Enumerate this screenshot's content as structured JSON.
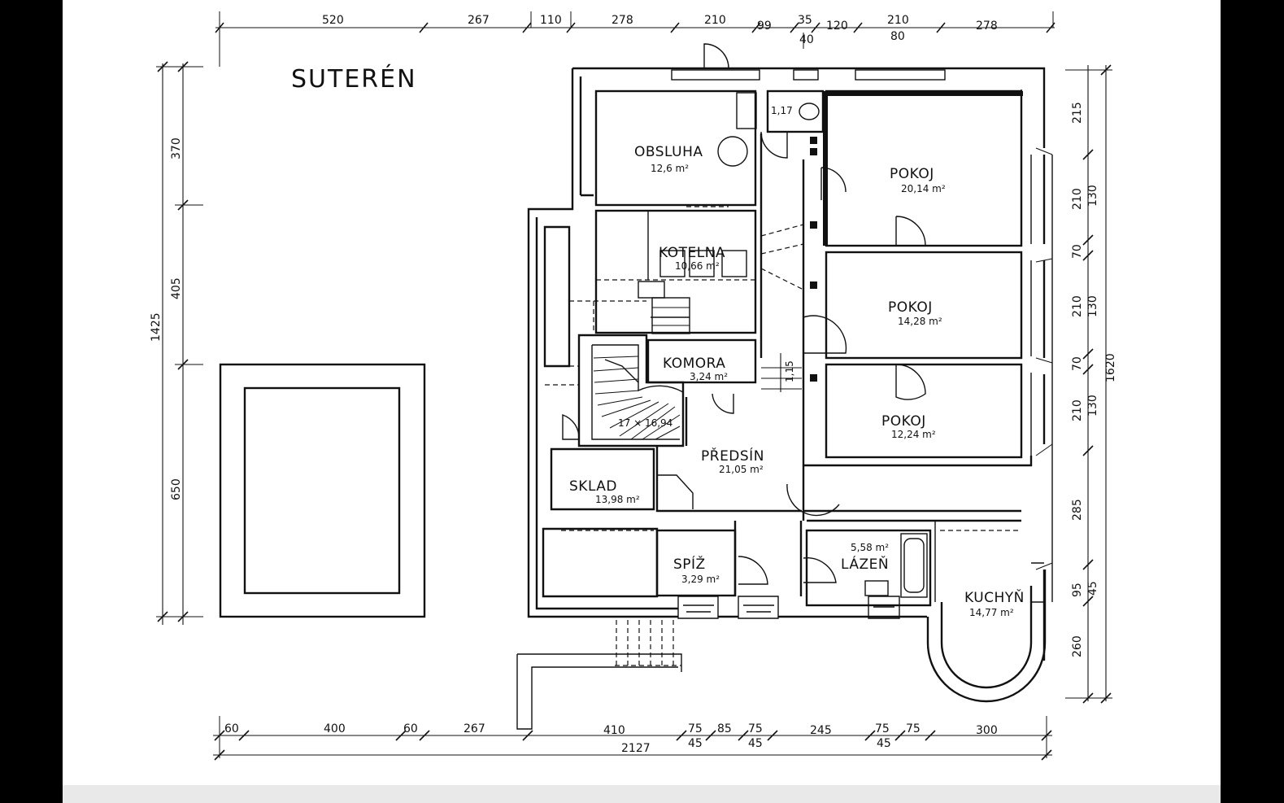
{
  "title": "SUTERÉN",
  "rooms": {
    "obsluha": {
      "name": "OBSLUHA",
      "area": "12,6 m²"
    },
    "kotelna": {
      "name": "KOTELNA",
      "area": "10,66 m²"
    },
    "komora": {
      "name": "KOMORA",
      "area": "3,24 m²"
    },
    "stairs": {
      "name": "",
      "area": "17 × 16,94"
    },
    "predsin": {
      "name": "PŘEDSÍN",
      "area": "21,05 m²"
    },
    "sklad": {
      "name": "SKLAD",
      "area": "13,98 m²"
    },
    "spiz": {
      "name": "SPÍŽ",
      "area": "3,29 m²"
    },
    "lazen": {
      "name": "LÁZEŇ",
      "area": "5,58 m²"
    },
    "kuchyn": {
      "name": "KUCHYŇ",
      "area": "14,77 m²"
    },
    "wc": {
      "name": "",
      "area": "1,17"
    },
    "pokoj1": {
      "name": "POKOJ",
      "area": "20,14 m²"
    },
    "pokoj2": {
      "name": "POKOJ",
      "area": "14,28 m²"
    },
    "pokoj3": {
      "name": "POKOJ",
      "area": "12,24 m²"
    },
    "small_dim": "1,15"
  },
  "dims_top": [
    "520",
    "267",
    "110",
    "278",
    "210",
    "99",
    "35",
    "120",
    "210",
    "278"
  ],
  "dims_top_sub": [
    "40",
    "80"
  ],
  "dims_bottom": [
    "60",
    "400",
    "60",
    "267",
    "410",
    "75",
    "85",
    "75",
    "245",
    "75",
    "75",
    "300"
  ],
  "dims_bottom_sub": [
    "45",
    "45",
    "45"
  ],
  "dims_bottom_total": "2127",
  "dims_left": [
    "370",
    "405",
    "650"
  ],
  "dims_left_total": "1425",
  "dims_right": [
    "215",
    "210",
    "70",
    "210",
    "70",
    "210",
    "285",
    "95",
    "260"
  ],
  "dims_right_sub": [
    "130",
    "130",
    "130",
    "45"
  ],
  "dims_right_total": "1620"
}
